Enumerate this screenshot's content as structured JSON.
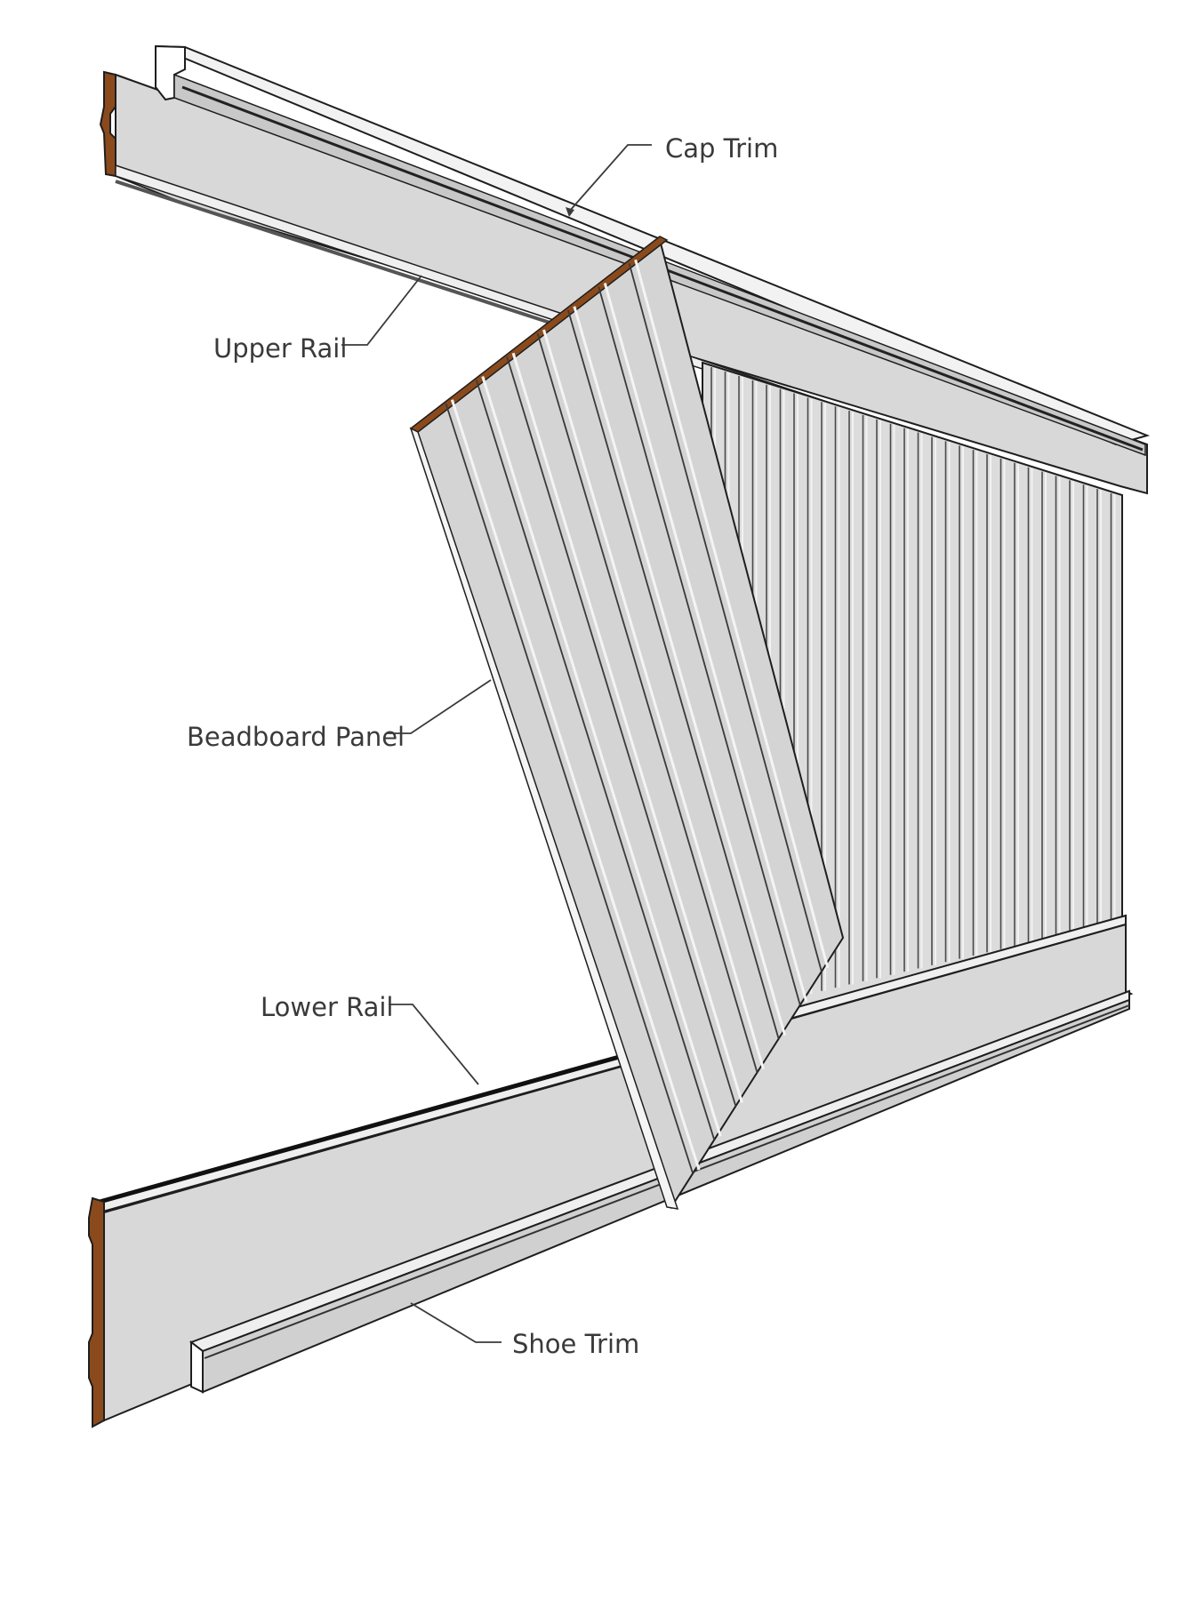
{
  "labels": {
    "cap_trim": "Cap Trim",
    "upper_rail": "Upper Rail",
    "beadboard_panel": "Beadboard Panel",
    "lower_rail": "Lower Rail",
    "shoe_trim": "Shoe Trim"
  },
  "colors": {
    "background": "#ffffff",
    "trim_face": "#d8d8d8",
    "trim_light": "#eeeeee",
    "trim_shadow": "#7a7a7a",
    "wood_end_grain": "#8b4a1c",
    "outline": "#1e1e1e",
    "leader_line": "#3a3a3a",
    "label_text": "#3a3a3a"
  }
}
